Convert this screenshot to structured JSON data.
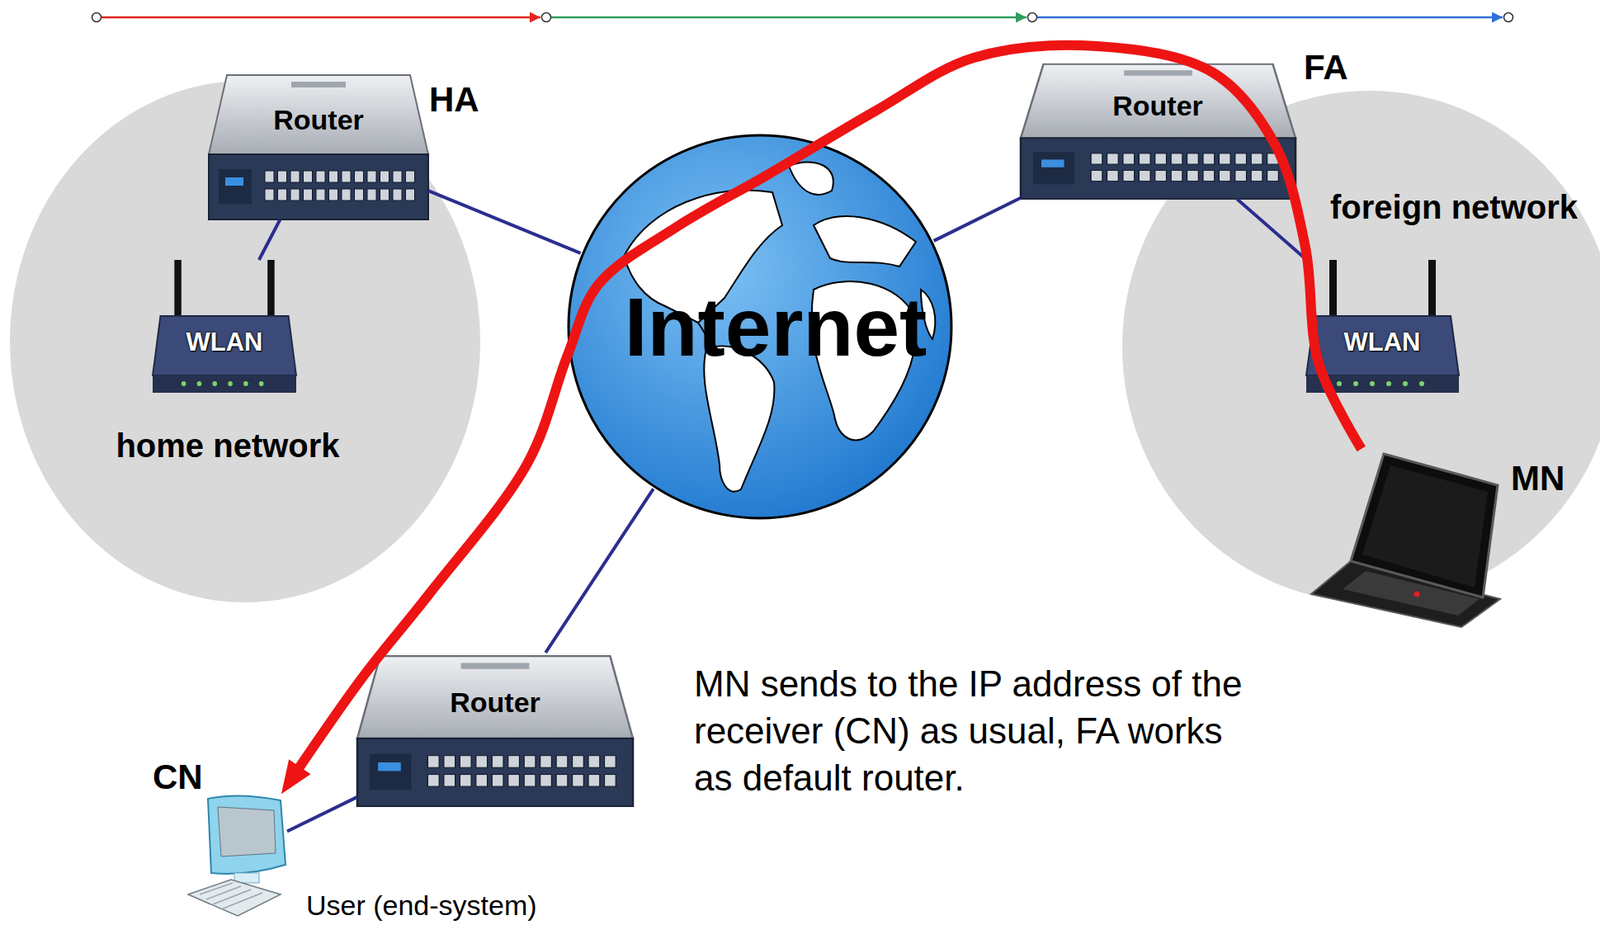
{
  "diagram": {
    "nodes": [
      {
        "text": [
          "home network"
        ]
      },
      {
        "text": [
          "Router",
          "HA"
        ],
        "in": 0
      },
      {
        "text": [
          "WLAN"
        ],
        "in": 0
      },
      {
        "text": [
          "Internet"
        ]
      },
      {
        "text": [
          "foreign network"
        ]
      },
      {
        "text": [
          "Router",
          "FA"
        ]
      },
      {
        "text": [
          "WLAN"
        ],
        "in": 4
      },
      {
        "text": [
          "MN"
        ],
        "in": 4
      },
      {
        "text": [
          "Router"
        ]
      },
      {
        "text": [
          "CN",
          "User (end-system)"
        ]
      }
    ],
    "edges": [
      {
        "from": 1,
        "to": 2,
        "arrow": "none"
      },
      {
        "from": 1,
        "to": 3,
        "arrow": "none"
      },
      {
        "from": 5,
        "to": 3,
        "arrow": "none"
      },
      {
        "from": 5,
        "to": 6,
        "arrow": "none"
      },
      {
        "from": 8,
        "to": 3,
        "arrow": "none"
      },
      {
        "from": 8,
        "to": 9,
        "arrow": "none"
      },
      {
        "from": 7,
        "to": 9,
        "arrow": "to"
      }
    ],
    "labels": [
      "MN sends to the IP address of the receiver (CN) as usual, FA works as default router."
    ]
  }
}
